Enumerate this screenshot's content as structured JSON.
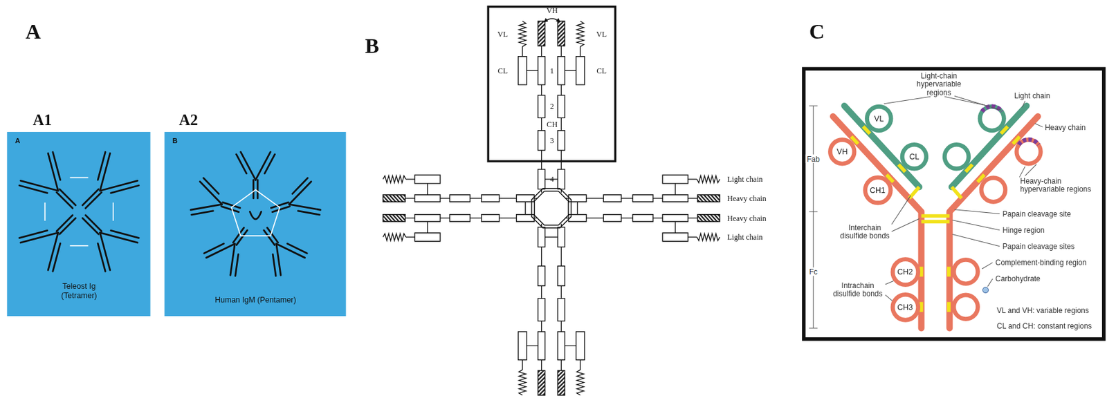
{
  "diagram": {
    "nodes": [
      {
        "text": [
          "A",
          "Teleost Ig (Tetramer)"
        ]
      },
      {
        "text": [
          "B",
          "Human IgM (Pentamer)"
        ]
      },
      {
        "text": [
          "VH",
          "VL",
          "VL",
          "CL",
          "1",
          "CL",
          "2",
          "CH",
          "3"
        ]
      },
      {
        "text": [
          "Light-chain hypervariable regions",
          "Light chain",
          "Heavy chain",
          "Fab",
          "Heavy-chain hypervariable regions",
          "Papain cleavage site",
          "Interchain disulfide bonds",
          "Hinge region",
          "Papain cleavage sites",
          "Complement-binding region",
          "Carbohydrate",
          "Fc",
          "Intrachain disulfide bonds",
          "VL and VH: variable regions",
          "CL and CH: constant regions"
        ]
      },
      {
        "text": [
          "VL"
        ],
        "in": 3
      },
      {
        "text": [
          "CL"
        ],
        "in": 3
      },
      {
        "text": [
          "VH"
        ],
        "in": 3
      },
      {
        "text": [
          "CH1"
        ],
        "in": 3
      },
      {
        "text": [
          "CH2"
        ],
        "in": 3
      },
      {
        "text": [
          "CH3"
        ],
        "in": 3
      }
    ],
    "labels": [
      "A",
      "A1",
      "A2",
      "B",
      "C",
      "4",
      "Light chain",
      "Heavy chain",
      "Heavy chain",
      "Light chain"
    ]
  }
}
